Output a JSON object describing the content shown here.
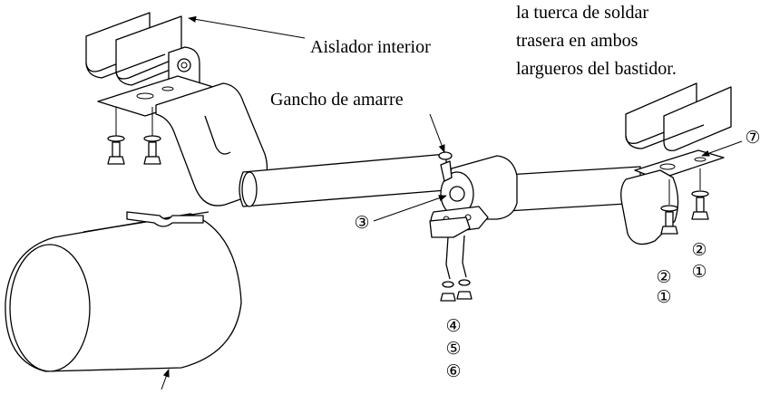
{
  "labels": {
    "inner_insulator": "Aislador interior",
    "tie_hook": "Gancho de amarre",
    "note_line1": "la tuerca de soldar",
    "note_line2": "trasera en ambos",
    "note_line3": "largueros del bastidor."
  },
  "callouts": {
    "c3": "③",
    "c7": "⑦",
    "c2a": "②",
    "c1a": "①",
    "c2b": "②",
    "c1b": "①",
    "c4": "④",
    "c5": "⑤",
    "c6": "⑥"
  }
}
